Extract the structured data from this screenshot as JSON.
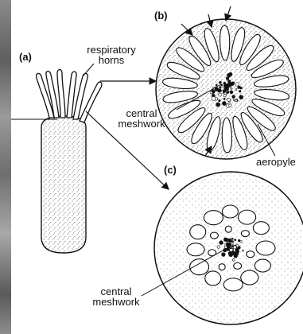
{
  "panels": {
    "a": "(a)",
    "b": "(b)",
    "c": "(c)"
  },
  "labels": {
    "respiratory_horns_line1": "respiratory",
    "respiratory_horns_line2": "horns",
    "central_meshwork_b_line1": "central",
    "central_meshwork_b_line2": "meshwork",
    "aeropyle": "aeropyle",
    "central_meshwork_c_line1": "central",
    "central_meshwork_c_line2": "meshwork"
  },
  "colors": {
    "ink": "#111111",
    "paper": "#ffffff",
    "stipple": "#444444"
  }
}
